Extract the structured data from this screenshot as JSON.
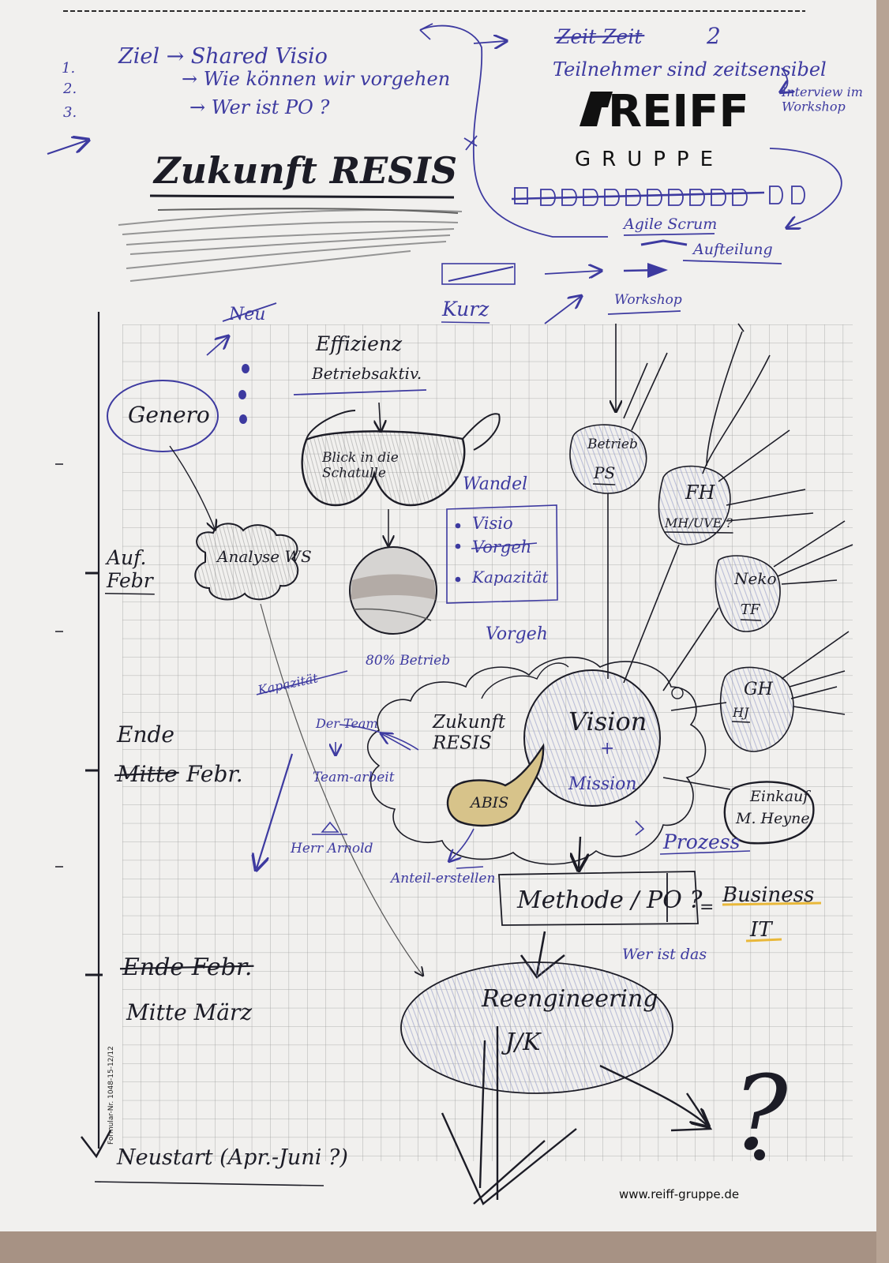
{
  "top_note": {
    "numbers": [
      "1.",
      "2.",
      "3."
    ],
    "lines": [
      "Ziel → Shared Visio",
      "→ Wie können wir vorgehen",
      "→ Wer ist PO ?"
    ]
  },
  "title": "Zukunft RESIS",
  "side_notes": {
    "struck": "Zeit Zeit",
    "number": "2",
    "line1": "Teilnehmer sind zeitsensibel",
    "interview": "Interview im Workshop",
    "agile": "Agile Scrum",
    "aufteilung": "Aufteilung",
    "kurz": "Kurz",
    "workshop": "Workshop"
  },
  "letterhead": {
    "brand": "REIFF",
    "group": "GRUPPE",
    "url": "www.reiff-gruppe.de"
  },
  "form_number": "Formular-Nr. 1048-15-12/12",
  "map": {
    "neu": "Neu",
    "genero": "Genero",
    "effizienz": "Effizienz",
    "betriebsaktiv": "Betriebsaktiv.",
    "glasses": "Blick in die Schatulle",
    "wandel": "Wandel",
    "wandel_items": [
      "Visio",
      "Vorgeh",
      "Kapazität"
    ],
    "analyse": "Analyse WS",
    "betrieb": "Betrieb",
    "ps": "PS",
    "fh": "FH",
    "mh": "MH/UVE ?",
    "neko": "Neko",
    "tf": "TF",
    "gh": "GH",
    "hj": "HJ",
    "vorgehen": "Vorgeh",
    "kapazitat": "Kapazität",
    "betrieb80": "80% Betrieb",
    "dertean": "Der Team",
    "teamarbeit": "Team-arbeit",
    "herr": "Herr Arnold",
    "zukunft": "Zukunft RESIS",
    "abis": "ABIS",
    "vision": "Vision",
    "plus": "+",
    "mission": "Mission",
    "prozess": "Prozess",
    "einkauf": "Einkauf",
    "heyne": "M. Heyne",
    "anteile": "Anteil-erstellen",
    "methode": "Methode / PO ?",
    "equals": "=",
    "business": "Business",
    "it": "IT",
    "wer": "Wer ist das",
    "reengineering": "Reengineering",
    "reeng_sub": "J/K",
    "question": "?"
  },
  "timeline": {
    "t1": "Auf. Febr",
    "t2_top": "Ende",
    "t2_struck": "Mitte",
    "t2": "Febr.",
    "t3_struck": "Ende Febr.",
    "t3": "Mitte März",
    "t4": "Neustart (Apr.-Juni ?)"
  }
}
